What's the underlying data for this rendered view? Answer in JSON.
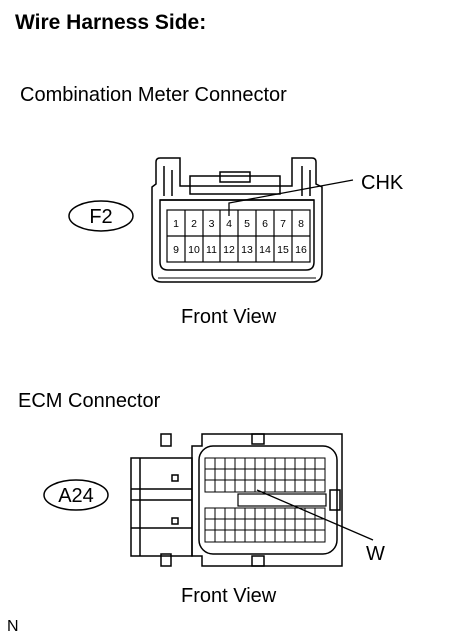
{
  "heading": "Wire Harness Side:",
  "connectors": [
    {
      "title": "Combination Meter Connector",
      "id": "F2",
      "pins_top": [
        "1",
        "2",
        "3",
        "4",
        "5",
        "6",
        "7",
        "8"
      ],
      "pins_bottom": [
        "9",
        "10",
        "11",
        "12",
        "13",
        "14",
        "15",
        "16"
      ],
      "callout": "CHK",
      "view": "Front View"
    },
    {
      "title": "ECM Connector",
      "id": "A24",
      "callout": "W",
      "view": "Front View"
    }
  ],
  "figure_code": "N"
}
